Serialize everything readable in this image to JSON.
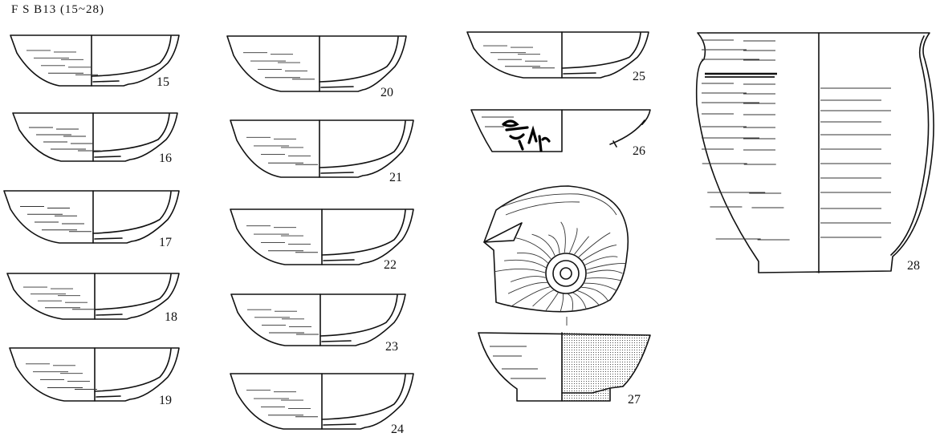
{
  "heading": "F S B13 (15~28)",
  "vessels": [
    {
      "no": "15"
    },
    {
      "no": "16"
    },
    {
      "no": "17"
    },
    {
      "no": "18"
    },
    {
      "no": "19"
    },
    {
      "no": "20"
    },
    {
      "no": "21"
    },
    {
      "no": "22"
    },
    {
      "no": "23"
    },
    {
      "no": "24"
    },
    {
      "no": "25"
    },
    {
      "no": "26"
    },
    {
      "no": "27"
    },
    {
      "no": "28"
    }
  ]
}
